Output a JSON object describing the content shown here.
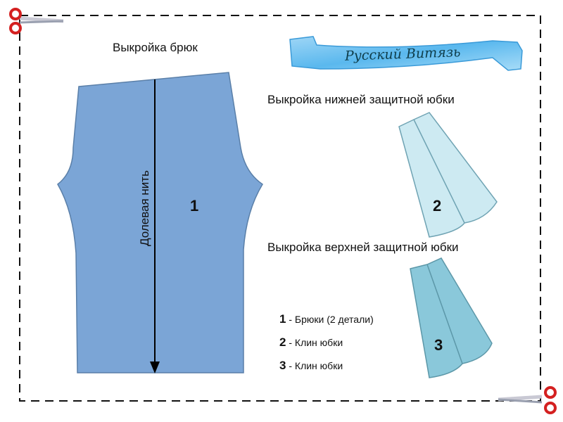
{
  "titles": {
    "trousers": "Выкройка брюк",
    "lower_skirt": "Выкройка нижней защитной юбки",
    "upper_skirt": "Выкройка верхней защитной юбки"
  },
  "banner": "Русский Витязь",
  "grain_line": "Долевая нить",
  "pieces": [
    {
      "number": "1",
      "color": "#7ba5d6"
    },
    {
      "number": "2",
      "color": "#cdeaf2"
    },
    {
      "number": "3",
      "color": "#8ac8da"
    }
  ],
  "legend": [
    {
      "number": "1",
      "text": "- Брюки (2 детали)"
    },
    {
      "number": "2",
      "text": "- Клин юбки"
    },
    {
      "number": "3",
      "text": "- Клин юбки"
    }
  ]
}
